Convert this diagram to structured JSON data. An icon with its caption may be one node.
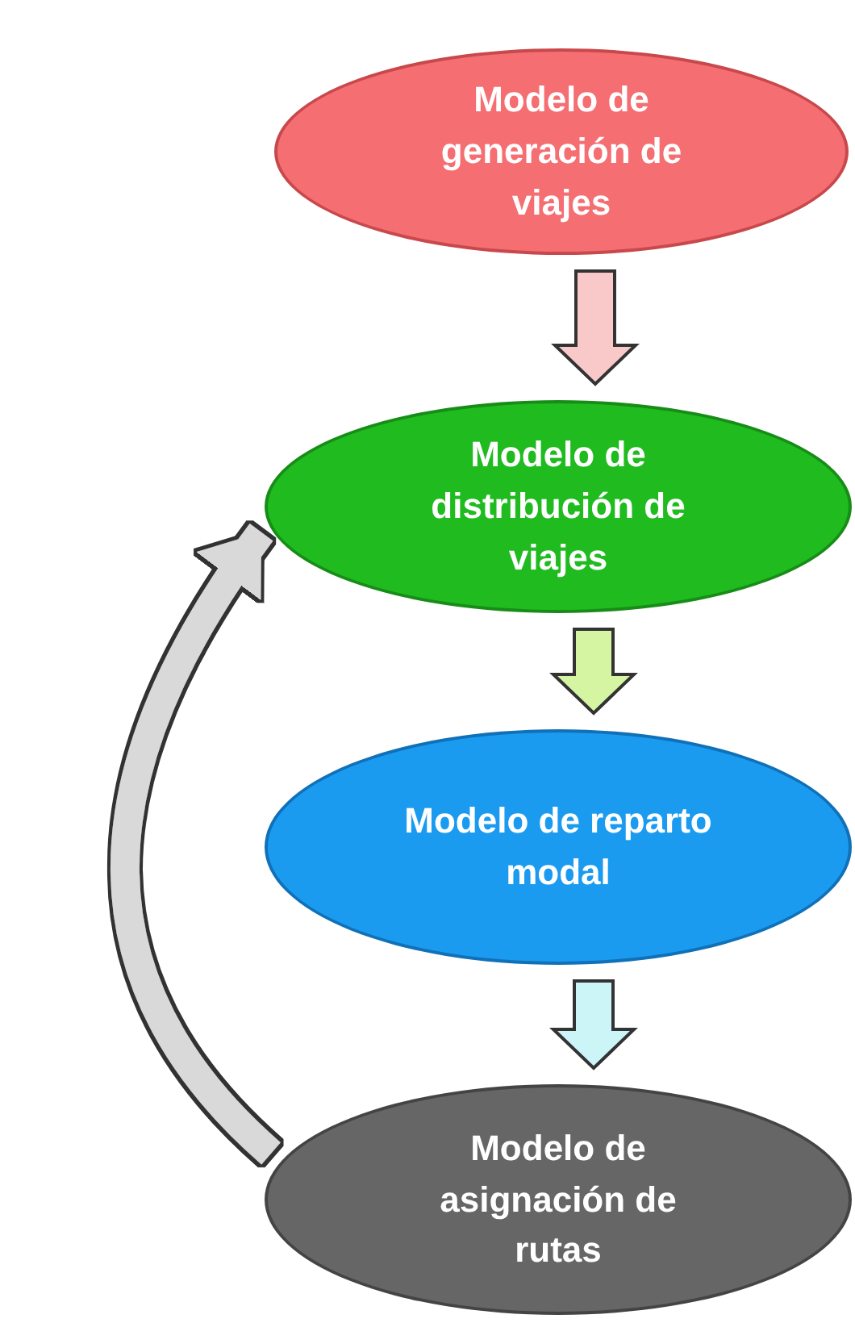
{
  "diagram": {
    "nodes": [
      {
        "text": [
          "Modelo de generación de viajes"
        ]
      },
      {
        "text": [
          "Modelo de distribución de viajes"
        ]
      },
      {
        "text": [
          "Modelo de reparto modal"
        ]
      },
      {
        "text": [
          "Modelo de asignación de rutas"
        ]
      }
    ],
    "edges": [
      {
        "from": 0,
        "to": 1,
        "arrow": "to",
        "color": "#f9c9c9"
      },
      {
        "from": 1,
        "to": 2,
        "arrow": "to",
        "color": "#d6f5a3"
      },
      {
        "from": 2,
        "to": 3,
        "arrow": "to",
        "color": "#ccf5f8"
      },
      {
        "from": 3,
        "to": 1,
        "arrow": "to",
        "color": "#d9d9d9"
      }
    ]
  }
}
